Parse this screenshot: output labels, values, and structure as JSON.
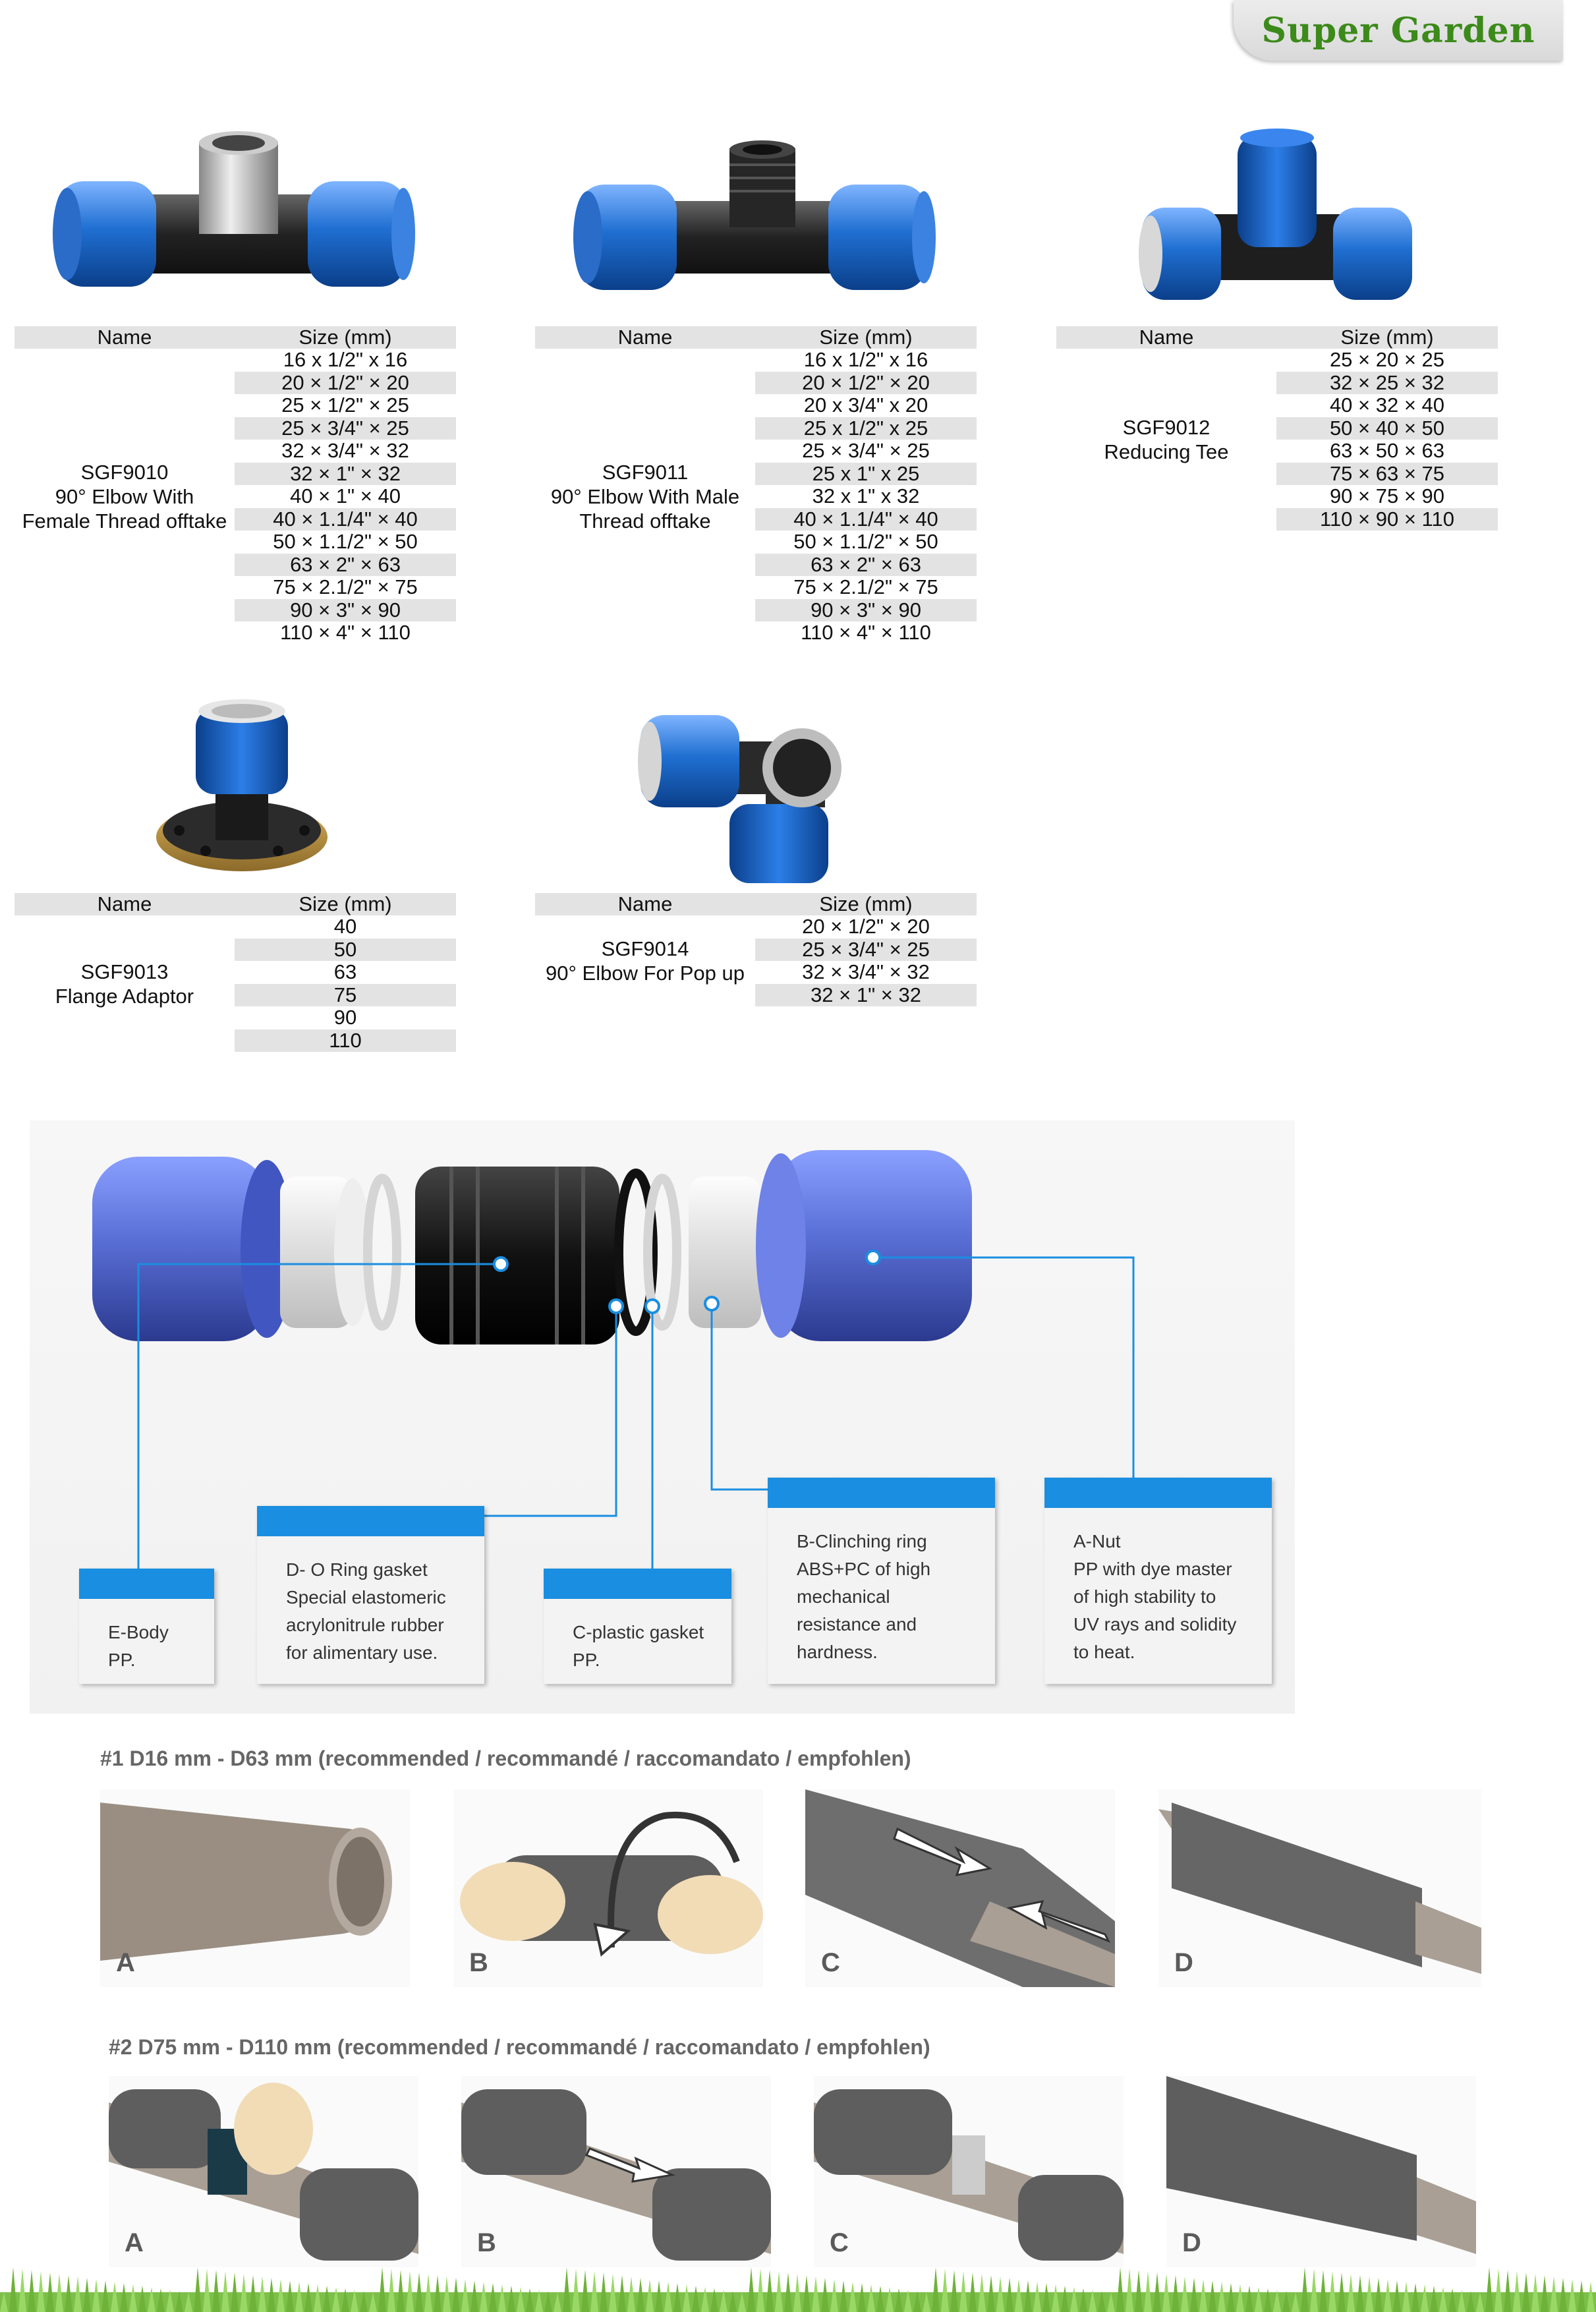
{
  "brand": "Super Garden",
  "headers": {
    "name": "Name",
    "size": "Size (mm)"
  },
  "products": [
    {
      "code": "SGF9010",
      "name_lines": [
        "SGF9010",
        "90° Elbow With",
        "Female Thread offtake"
      ],
      "sizes": [
        "16 x 1/2\" x 16",
        "20 × 1/2\" × 20",
        "25 × 1/2\" × 25",
        "25 × 3/4\" × 25",
        "32 × 3/4\" × 32",
        "32 × 1\" × 32",
        "40 × 1\" × 40",
        "40 × 1.1/4\" × 40",
        "50 × 1.1/2\" × 50",
        "63 × 2\" × 63",
        "75 × 2.1/2\" × 75",
        "90 × 3\" × 90",
        "110 × 4\" × 110"
      ]
    },
    {
      "code": "SGF9011",
      "name_lines": [
        "SGF9011",
        "90° Elbow With Male",
        "Thread offtake"
      ],
      "sizes": [
        "16 x 1/2\" x 16",
        "20 × 1/2\" × 20",
        "20 x 3/4\" x 20",
        "25 x 1/2\" x 25",
        "25 × 3/4\" × 25",
        "25 x 1\" x 25",
        "32 x 1\" x 32",
        "40 × 1.1/4\" × 40",
        "50 × 1.1/2\" × 50",
        "63 × 2\" × 63",
        "75 × 2.1/2\" × 75",
        "90 × 3\" × 90",
        "110 × 4\" × 110"
      ]
    },
    {
      "code": "SGF9012",
      "name_lines": [
        "SGF9012",
        "Reducing Tee"
      ],
      "sizes": [
        "25 × 20 × 25",
        "32 × 25 × 32",
        "40 × 32 × 40",
        "50 × 40 × 50",
        "63 × 50 × 63",
        "75 × 63 × 75",
        "90 × 75 × 90",
        "110 × 90 × 110"
      ]
    },
    {
      "code": "SGF9013",
      "name_lines": [
        "SGF9013",
        "Flange Adaptor"
      ],
      "sizes": [
        "40",
        "50",
        "63",
        "75",
        "90",
        "110"
      ]
    },
    {
      "code": "SGF9014",
      "name_lines": [
        "SGF9014",
        "90° Elbow For Pop up"
      ],
      "sizes": [
        "20 × 1/2\" × 20",
        "25 × 3/4\" × 25",
        "32 × 3/4\" × 32",
        "32 × 1\" × 32"
      ]
    }
  ],
  "callouts": {
    "e": [
      "E-Body",
      "PP."
    ],
    "d": [
      "D- O Ring gasket",
      "Special elastomeric",
      "acrylonitrule rubber",
      "for alimentary use."
    ],
    "c": [
      "C-plastic gasket",
      "PP."
    ],
    "b": [
      "B-Clinching ring",
      "ABS+PC of high",
      "mechanical",
      "resistance and",
      "hardness."
    ],
    "a": [
      "A-Nut",
      "PP with dye master",
      "of high stability to",
      "UV rays and solidity",
      "to heat."
    ]
  },
  "install": {
    "heading1": "#1 D16 mm - D63 mm (recommended / recommandé / raccomandato / empfohlen)",
    "heading2": "#2 D75 mm - D110 mm (recommended / recommandé / raccomandato / empfohlen)",
    "letters": [
      "A",
      "B",
      "C",
      "D"
    ]
  },
  "colors": {
    "brand_green": "#3c8a1a",
    "fitting_blue": "#1f6fd1",
    "callout_blue": "#1a8ee0",
    "pipe_gray": "#5b5b5b"
  }
}
